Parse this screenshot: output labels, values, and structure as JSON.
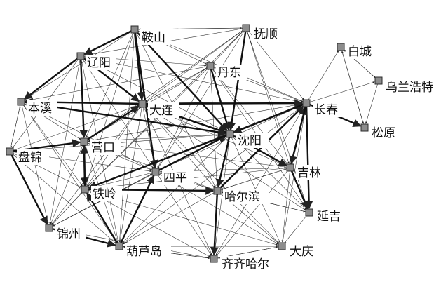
{
  "diagram": {
    "type": "directed-network",
    "nodes": [
      {
        "id": "anshan",
        "label": "鞍山"
      },
      {
        "id": "fushun",
        "label": "抚顺"
      },
      {
        "id": "baicheng",
        "label": "白城"
      },
      {
        "id": "liaoyang",
        "label": "辽阳"
      },
      {
        "id": "dandong",
        "label": "丹东"
      },
      {
        "id": "wulanhaote",
        "label": "乌兰浩特"
      },
      {
        "id": "benxi",
        "label": "本溪"
      },
      {
        "id": "dalian",
        "label": "大连"
      },
      {
        "id": "changchun",
        "label": "长春"
      },
      {
        "id": "songyuan",
        "label": "松原"
      },
      {
        "id": "shenyang",
        "label": "沈阳"
      },
      {
        "id": "panjin",
        "label": "盘锦"
      },
      {
        "id": "yingkou",
        "label": "营口"
      },
      {
        "id": "jilin",
        "label": "吉林"
      },
      {
        "id": "siping",
        "label": "四平"
      },
      {
        "id": "tieling",
        "label": "铁岭"
      },
      {
        "id": "haerbin",
        "label": "哈尔滨"
      },
      {
        "id": "yanji",
        "label": "延吉"
      },
      {
        "id": "jinzhou",
        "label": "锦州"
      },
      {
        "id": "daqing",
        "label": "大庆"
      },
      {
        "id": "huludao",
        "label": "葫芦岛"
      },
      {
        "id": "qiqihaer",
        "label": "齐齐哈尔"
      }
    ],
    "edges_thick": [
      [
        "shenyang",
        "changchun"
      ],
      [
        "changchun",
        "shenyang"
      ],
      [
        "dalian",
        "shenyang"
      ],
      [
        "shenyang",
        "dalian"
      ],
      [
        "changchun",
        "yanji"
      ],
      [
        "jilin",
        "changchun"
      ],
      [
        "changchun",
        "jilin"
      ],
      [
        "shenyang",
        "jilin"
      ],
      [
        "benxi",
        "shenyang"
      ],
      [
        "dalian",
        "changchun"
      ],
      [
        "anshan",
        "siping"
      ],
      [
        "anshan",
        "shenyang"
      ],
      [
        "liaoyang",
        "yingkou"
      ],
      [
        "liaoyang",
        "benxi"
      ],
      [
        "dandong",
        "shenyang"
      ],
      [
        "yingkou",
        "tieling"
      ],
      [
        "tieling",
        "yingkou"
      ],
      [
        "panjin",
        "jinzhou"
      ],
      [
        "jinzhou",
        "huludao"
      ],
      [
        "huludao",
        "siping"
      ],
      [
        "siping",
        "shenyang"
      ],
      [
        "shenyang",
        "tieling"
      ],
      [
        "haerbin",
        "changchun"
      ],
      [
        "tieling",
        "haerbin"
      ],
      [
        "changchun",
        "songyuan"
      ],
      [
        "jilin",
        "yanji"
      ],
      [
        "fushun",
        "shenyang"
      ],
      [
        "shenyang",
        "haerbin"
      ],
      [
        "dalian",
        "benxi"
      ],
      [
        "huludao",
        "tieling"
      ],
      [
        "yingkou",
        "dalian"
      ],
      [
        "liaoyang",
        "dalian"
      ],
      [
        "panjin",
        "yingkou"
      ],
      [
        "anshan",
        "liaoyang"
      ],
      [
        "haerbin",
        "qiqihaer"
      ],
      [
        "anshan",
        "dalian"
      ]
    ],
    "edges_thin": [
      [
        "baicheng",
        "wulanhaote"
      ],
      [
        "wulanhaote",
        "baicheng"
      ],
      [
        "baicheng",
        "songyuan"
      ],
      [
        "songyuan",
        "baicheng"
      ],
      [
        "wulanhaote",
        "songyuan"
      ],
      [
        "changchun",
        "wulanhaote"
      ],
      [
        "changchun",
        "baicheng"
      ],
      [
        "anshan",
        "fushun"
      ],
      [
        "fushun",
        "anshan"
      ],
      [
        "anshan",
        "dandong"
      ],
      [
        "anshan",
        "changchun"
      ],
      [
        "anshan",
        "yingkou"
      ],
      [
        "anshan",
        "tieling"
      ],
      [
        "anshan",
        "huludao"
      ],
      [
        "anshan",
        "benxi"
      ],
      [
        "anshan",
        "haerbin"
      ],
      [
        "fushun",
        "liaoyang"
      ],
      [
        "fushun",
        "dandong"
      ],
      [
        "fushun",
        "changchun"
      ],
      [
        "fushun",
        "dalian"
      ],
      [
        "fushun",
        "jilin"
      ],
      [
        "fushun",
        "yingkou"
      ],
      [
        "fushun",
        "siping"
      ],
      [
        "fushun",
        "tieling"
      ],
      [
        "fushun",
        "yanji"
      ],
      [
        "liaoyang",
        "dandong"
      ],
      [
        "liaoyang",
        "shenyang"
      ],
      [
        "liaoyang",
        "changchun"
      ],
      [
        "liaoyang",
        "tieling"
      ],
      [
        "liaoyang",
        "siping"
      ],
      [
        "liaoyang",
        "jinzhou"
      ],
      [
        "liaoyang",
        "panjin"
      ],
      [
        "liaoyang",
        "huludao"
      ],
      [
        "dandong",
        "dalian"
      ],
      [
        "dandong",
        "changchun"
      ],
      [
        "dandong",
        "benxi"
      ],
      [
        "dandong",
        "yingkou"
      ],
      [
        "dandong",
        "siping"
      ],
      [
        "dandong",
        "haerbin"
      ],
      [
        "dandong",
        "jilin"
      ],
      [
        "dandong",
        "tieling"
      ],
      [
        "dandong",
        "yanji"
      ],
      [
        "benxi",
        "dalian"
      ],
      [
        "benxi",
        "changchun"
      ],
      [
        "benxi",
        "yingkou"
      ],
      [
        "benxi",
        "tieling"
      ],
      [
        "benxi",
        "panjin"
      ],
      [
        "benxi",
        "jinzhou"
      ],
      [
        "benxi",
        "siping"
      ],
      [
        "benxi",
        "huludao"
      ],
      [
        "dalian",
        "jilin"
      ],
      [
        "dalian",
        "siping"
      ],
      [
        "dalian",
        "haerbin"
      ],
      [
        "dalian",
        "tieling"
      ],
      [
        "dalian",
        "yanji"
      ],
      [
        "dalian",
        "huludao"
      ],
      [
        "dalian",
        "qiqihaer"
      ],
      [
        "dalian",
        "daqing"
      ],
      [
        "dalian",
        "jinzhou"
      ],
      [
        "changchun",
        "haerbin"
      ],
      [
        "changchun",
        "siping"
      ],
      [
        "changchun",
        "daqing"
      ],
      [
        "changchun",
        "tieling"
      ],
      [
        "changchun",
        "qiqihaer"
      ],
      [
        "changchun",
        "yingkou"
      ],
      [
        "changchun",
        "huludao"
      ],
      [
        "shenyang",
        "yanji"
      ],
      [
        "shenyang",
        "daqing"
      ],
      [
        "shenyang",
        "qiqihaer"
      ],
      [
        "shenyang",
        "huludao"
      ],
      [
        "shenyang",
        "jinzhou"
      ],
      [
        "shenyang",
        "panjin"
      ],
      [
        "shenyang",
        "yingkou"
      ],
      [
        "shenyang",
        "siping"
      ],
      [
        "panjin",
        "dalian"
      ],
      [
        "panjin",
        "tieling"
      ],
      [
        "panjin",
        "huludao"
      ],
      [
        "panjin",
        "siping"
      ],
      [
        "panjin",
        "benxi"
      ],
      [
        "yingkou",
        "siping"
      ],
      [
        "yingkou",
        "haerbin"
      ],
      [
        "yingkou",
        "jinzhou"
      ],
      [
        "yingkou",
        "huludao"
      ],
      [
        "yingkou",
        "jilin"
      ],
      [
        "jilin",
        "haerbin"
      ],
      [
        "jilin",
        "daqing"
      ],
      [
        "jilin",
        "siping"
      ],
      [
        "jilin",
        "tieling"
      ],
      [
        "jilin",
        "qiqihaer"
      ],
      [
        "siping",
        "tieling"
      ],
      [
        "siping",
        "haerbin"
      ],
      [
        "siping",
        "jinzhou"
      ],
      [
        "siping",
        "qiqihaer"
      ],
      [
        "siping",
        "daqing"
      ],
      [
        "siping",
        "huludao"
      ],
      [
        "tieling",
        "jinzhou"
      ],
      [
        "tieling",
        "huludao"
      ],
      [
        "tieling",
        "qiqihaer"
      ],
      [
        "tieling",
        "daqing"
      ],
      [
        "haerbin",
        "yanji"
      ],
      [
        "haerbin",
        "daqing"
      ],
      [
        "haerbin",
        "huludao"
      ],
      [
        "haerbin",
        "jilin"
      ],
      [
        "yanji",
        "daqing"
      ],
      [
        "yanji",
        "haerbin"
      ],
      [
        "jinzhou",
        "qiqihaer"
      ],
      [
        "jinzhou",
        "siping"
      ],
      [
        "jinzhou",
        "tieling"
      ],
      [
        "daqing",
        "qiqihaer"
      ],
      [
        "daqing",
        "huludao"
      ],
      [
        "huludao",
        "qiqihaer"
      ],
      [
        "huludao",
        "daqing"
      ],
      [
        "qiqihaer",
        "huludao"
      ],
      [
        "qiqihaer",
        "daqing"
      ],
      [
        "qiqihaer",
        "haerbin"
      ],
      [
        "haerbin",
        "siping"
      ]
    ]
  }
}
